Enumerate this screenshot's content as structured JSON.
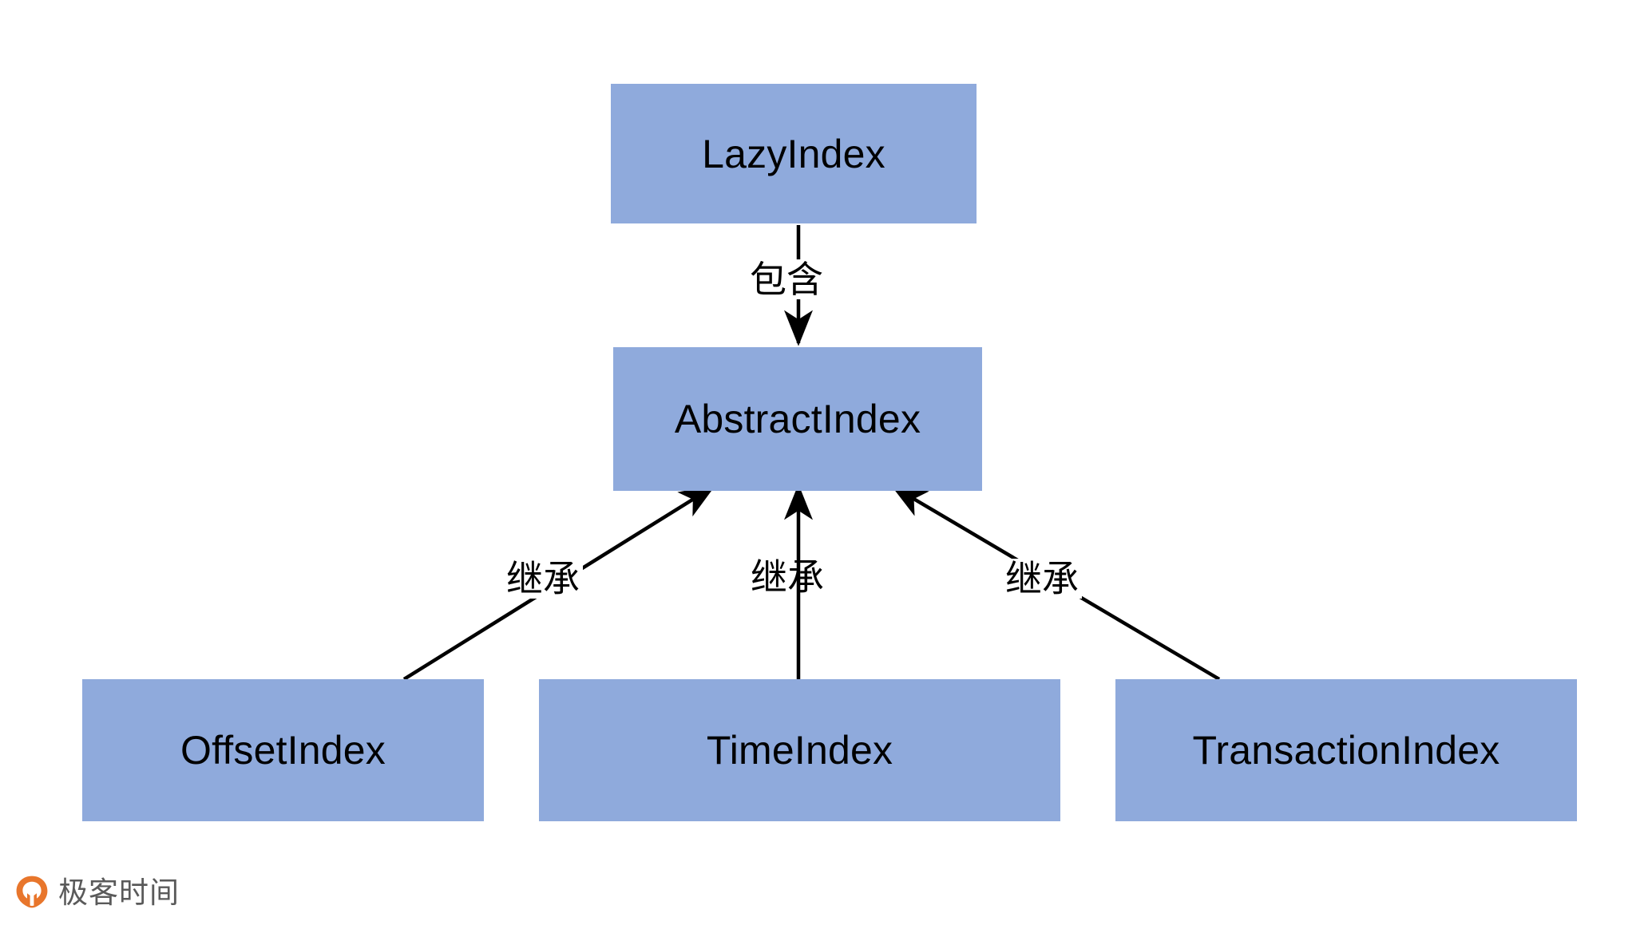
{
  "diagram": {
    "type": "class-hierarchy",
    "background_color": "#FFFFFF",
    "node_fill_color": "#8FAADC",
    "node_text_color": "#000000",
    "connector_color": "#000000",
    "nodes": [
      {
        "id": "lazyindex",
        "label": "LazyIndex"
      },
      {
        "id": "abstractindex",
        "label": "AbstractIndex"
      },
      {
        "id": "offsetindex",
        "label": "OffsetIndex"
      },
      {
        "id": "timeindex",
        "label": "TimeIndex"
      },
      {
        "id": "transactionindex",
        "label": "TransactionIndex"
      }
    ],
    "edges": [
      {
        "id": "contains",
        "from": "lazyindex",
        "to": "abstractindex",
        "label": "包含"
      },
      {
        "id": "inherit-left",
        "from": "offsetindex",
        "to": "abstractindex",
        "label": "继承"
      },
      {
        "id": "inherit-mid",
        "from": "timeindex",
        "to": "abstractindex",
        "label": "继承"
      },
      {
        "id": "inherit-right",
        "from": "transactionindex",
        "to": "abstractindex",
        "label": "继承"
      }
    ]
  },
  "watermark": {
    "name": "极客时间",
    "logo_icon": "geektime-logo-icon",
    "logo_color": "#E8762C",
    "text_color": "#5A5A5A"
  }
}
